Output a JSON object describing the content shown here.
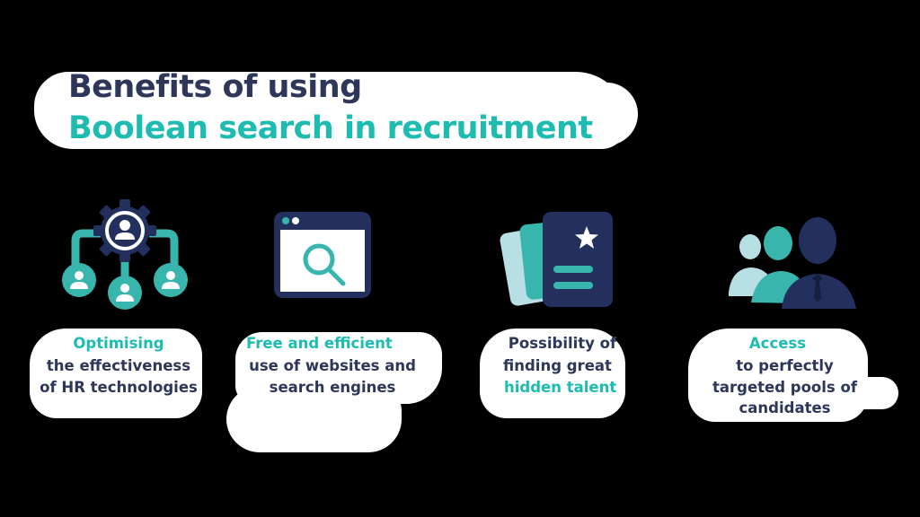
{
  "title": {
    "line1": "Benefits of using",
    "line2": "Boolean search in recruitment"
  },
  "colors": {
    "background": "#000000",
    "navy": "#2e3659",
    "teal": "#1ebcb0",
    "icon_navy": "#23305e",
    "icon_teal": "#38b6ae",
    "icon_light": "#b8dfe4",
    "blob": "#ffffff"
  },
  "benefits": [
    {
      "icon": "gear-network-people-icon",
      "highlight": "Optimising",
      "lines": [
        "the effectiveness",
        "of HR technologies"
      ]
    },
    {
      "icon": "browser-search-icon",
      "highlight": "Free and efficient",
      "lines": [
        "use of websites and",
        "search engines"
      ]
    },
    {
      "icon": "resume-cards-star-icon",
      "lines": [
        "Possibility of",
        "finding great"
      ],
      "highlight": "hidden talent"
    },
    {
      "icon": "candidate-group-icon",
      "highlight": "Access",
      "lines": [
        "to perfectly",
        "targeted pools of",
        "candidates"
      ]
    }
  ]
}
